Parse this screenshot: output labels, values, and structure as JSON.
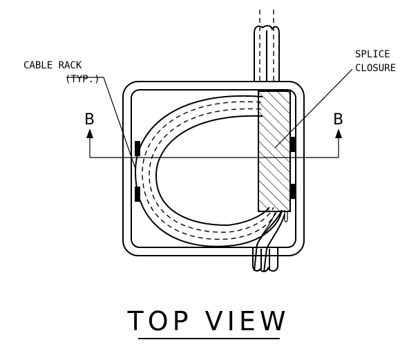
{
  "labels": {
    "cable_rack_line1": "CABLE RACK",
    "cable_rack_line2": "(TYP.)",
    "splice_line1": "SPLICE",
    "splice_line2": "CLOSURE",
    "section_left": "B",
    "section_right": "B",
    "view_title": "TOP VIEW"
  }
}
